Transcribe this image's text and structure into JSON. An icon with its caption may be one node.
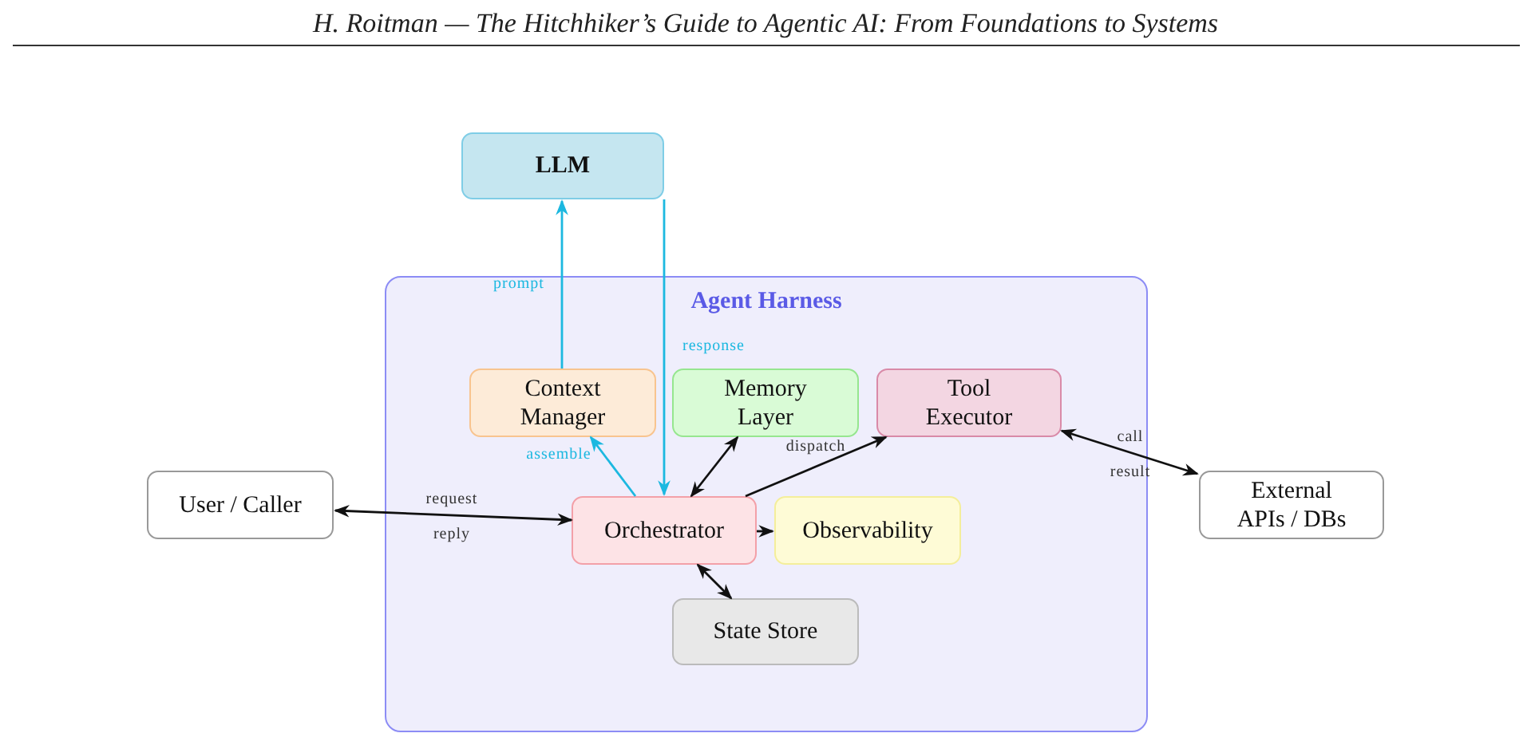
{
  "diagram": {
    "title": "H. Roitman — The Hitchhiker’s Guide to Agentic AI: From Foundations to Systems",
    "nodes": [
      {
        "text": [
          "LLM"
        ]
      },
      {
        "text": [
          "Agent Harness"
        ]
      },
      {
        "text": [
          "Context Manager"
        ],
        "in": 1
      },
      {
        "text": [
          "Memory Layer"
        ],
        "in": 1
      },
      {
        "text": [
          "Tool Executor"
        ],
        "in": 1
      },
      {
        "text": [
          "User / Caller"
        ]
      },
      {
        "text": [
          "Orchestrator"
        ],
        "in": 1
      },
      {
        "text": [
          "Observability"
        ],
        "in": 1
      },
      {
        "text": [
          "State Store"
        ],
        "in": 1
      },
      {
        "text": [
          "External APIs / DBs"
        ]
      }
    ],
    "edges": [
      {
        "from": 2,
        "to": 0,
        "arrow": "to",
        "label": "prompt",
        "color": "#1cb8e0"
      },
      {
        "from": 0,
        "to": 6,
        "arrow": "to",
        "label": "response",
        "color": "#1cb8e0"
      },
      {
        "from": 6,
        "to": 2,
        "arrow": "to",
        "label": "assemble",
        "color": "#1cb8e0"
      },
      {
        "from": 6,
        "to": 3,
        "arrow": "both"
      },
      {
        "from": 6,
        "to": 4,
        "arrow": "to",
        "label": "dispatch"
      },
      {
        "from": 6,
        "to": 5,
        "arrow": "both",
        "label": "request"
      },
      {
        "from": 6,
        "to": 7,
        "arrow": "to"
      },
      {
        "from": 6,
        "to": 8,
        "arrow": "both"
      },
      {
        "from": 4,
        "to": 9,
        "arrow": "both",
        "label": "call"
      }
    ],
    "labels": [
      "reply",
      "result"
    ]
  }
}
